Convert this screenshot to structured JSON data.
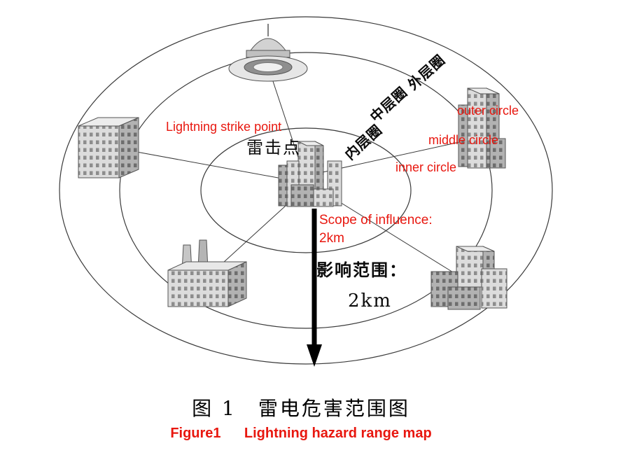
{
  "figure": {
    "labels": {
      "strike_point_en": "Lightning strike point",
      "strike_point_zh": "雷击点",
      "ring_outer_zh": "外层圈",
      "ring_middle_zh": "中层圈",
      "ring_inner_zh": "内层圈",
      "ring_outer_en": "outer circle",
      "ring_middle_en": "middle circle",
      "ring_inner_en": "inner circle",
      "scope_en_line1": "Scope of influence:",
      "scope_en_line2": "2km",
      "scope_zh_line1": "影响范围：",
      "scope_zh_line2": "2km"
    },
    "caption": {
      "zh": "图 1　雷电危害范围图",
      "en": "Figure1      Lightning hazard range map"
    },
    "colors": {
      "accent_red": "#e8170f",
      "ink": "#000000",
      "building_light": "#dcdcdc",
      "building_dark": "#b2b2b2"
    },
    "icons": {
      "buildings": [
        "dome-building",
        "office-building-left",
        "tower-building-right",
        "factory-building",
        "hospital-building",
        "city-center-buildings"
      ],
      "arrow": "influence-down-arrow"
    }
  }
}
